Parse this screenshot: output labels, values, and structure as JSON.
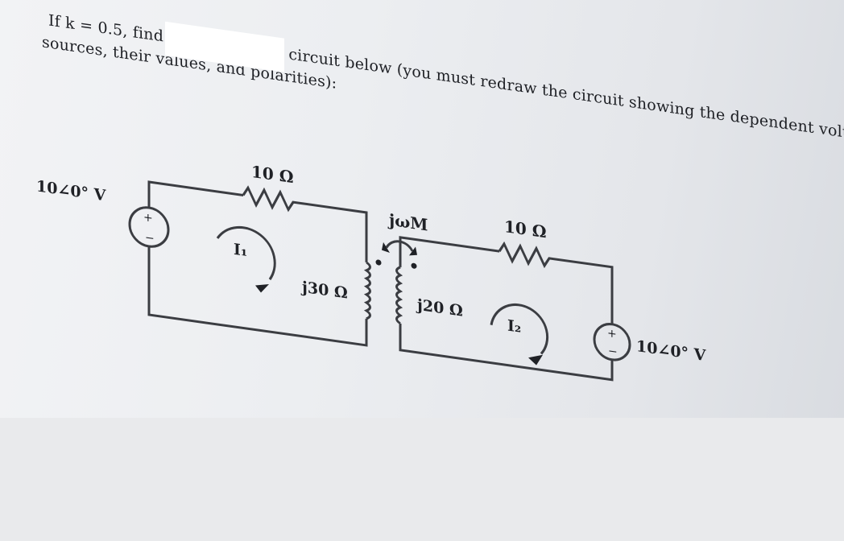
{
  "problem": {
    "line1": "If k = 0.5, find I₁ and I₂ in the circuit below (you must redraw the circuit showing the dependent voltage",
    "line2": "sources, their values, and polarities):"
  },
  "circuit": {
    "source_left_label": "10∠0° V",
    "source_right_label": "10∠0° V",
    "resistor_left": "10 Ω",
    "resistor_right": "10 Ω",
    "mutual_label": "jωM",
    "inductor_left": "j30 Ω",
    "inductor_right": "j20 Ω",
    "mesh1_label": "I₁",
    "mesh2_label": "I₂",
    "plus_sign": "+",
    "minus_sign": "−"
  }
}
